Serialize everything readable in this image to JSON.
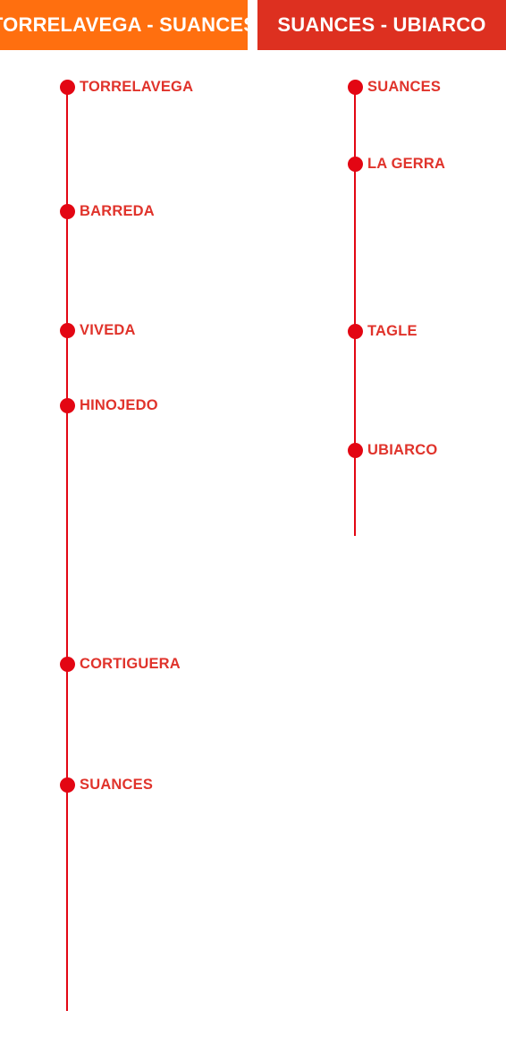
{
  "tabs": [
    {
      "label": "TORRELAVEGA - SUANCES",
      "color": "#ff6f0f"
    },
    {
      "label": "SUANCES - UBIARCO",
      "color": "#dd3020"
    }
  ],
  "line_color": "#e30613",
  "label_color": "#e0332b",
  "routes": [
    {
      "stops": [
        {
          "label": "TORRELAVEGA"
        },
        {
          "label": "BARREDA"
        },
        {
          "label": "VIVEDA"
        },
        {
          "label": "HINOJEDO"
        },
        {
          "label": "CORTIGUERA"
        },
        {
          "label": "SUANCES"
        }
      ]
    },
    {
      "stops": [
        {
          "label": "SUANCES"
        },
        {
          "label": "LA GERRA"
        },
        {
          "label": "TAGLE"
        },
        {
          "label": "UBIARCO"
        }
      ]
    }
  ]
}
